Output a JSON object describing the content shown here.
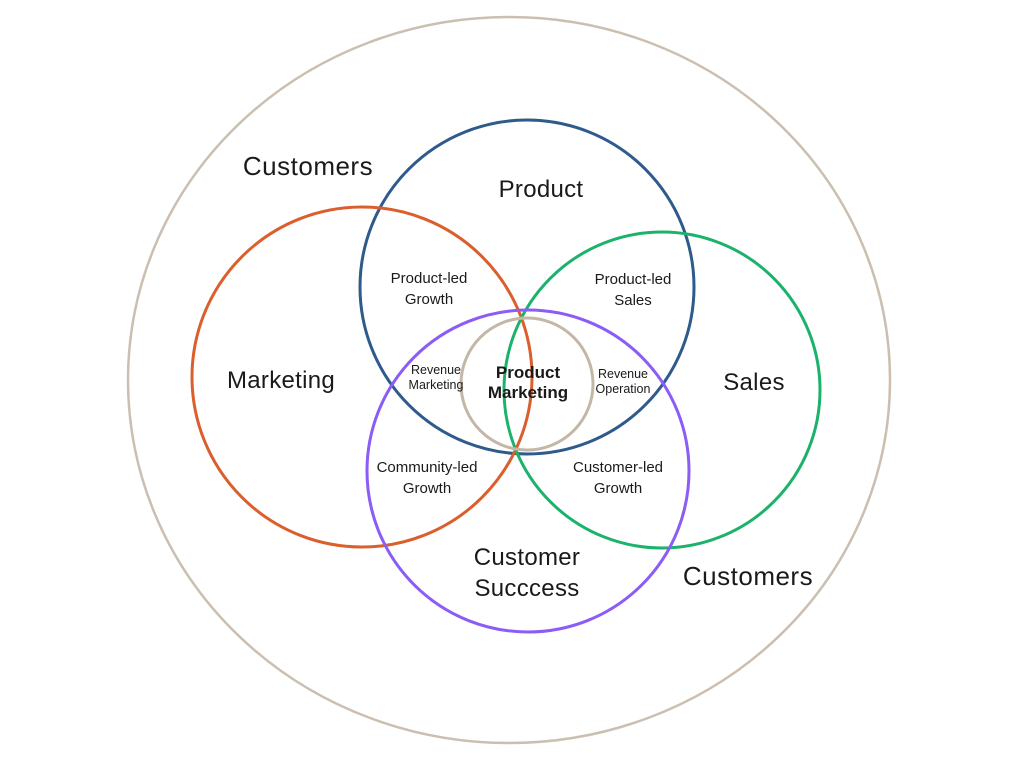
{
  "diagram": {
    "text_color": "#1a1a1a",
    "outer": {
      "label_top_left": "Customers",
      "label_bottom_right": "Customers",
      "color": "#cbbfb1"
    },
    "circles": {
      "product": {
        "label": "Product",
        "color": "#2e5a8c"
      },
      "marketing": {
        "label": "Marketing",
        "color": "#db5f2d"
      },
      "sales": {
        "label": "Sales",
        "color": "#1cb26c"
      },
      "customer_success": {
        "line1": "Customer",
        "line2": "Succcess",
        "color": "#8b5cf6"
      }
    },
    "center": {
      "line1": "Product",
      "line2": "Marketing",
      "color": "#c5b7a6"
    },
    "overlaps": {
      "product_marketing": {
        "line1": "Product-led",
        "line2": "Growth"
      },
      "product_sales": {
        "line1": "Product-led",
        "line2": "Sales"
      },
      "marketing_customer_success": {
        "line1": "Community-led",
        "line2": "Growth"
      },
      "sales_customer_success": {
        "line1": "Customer-led",
        "line2": "Growth"
      },
      "revenue_marketing": {
        "line1": "Revenue",
        "line2": "Marketing"
      },
      "revenue_operation": {
        "line1": "Revenue",
        "line2": "Operation"
      }
    }
  }
}
